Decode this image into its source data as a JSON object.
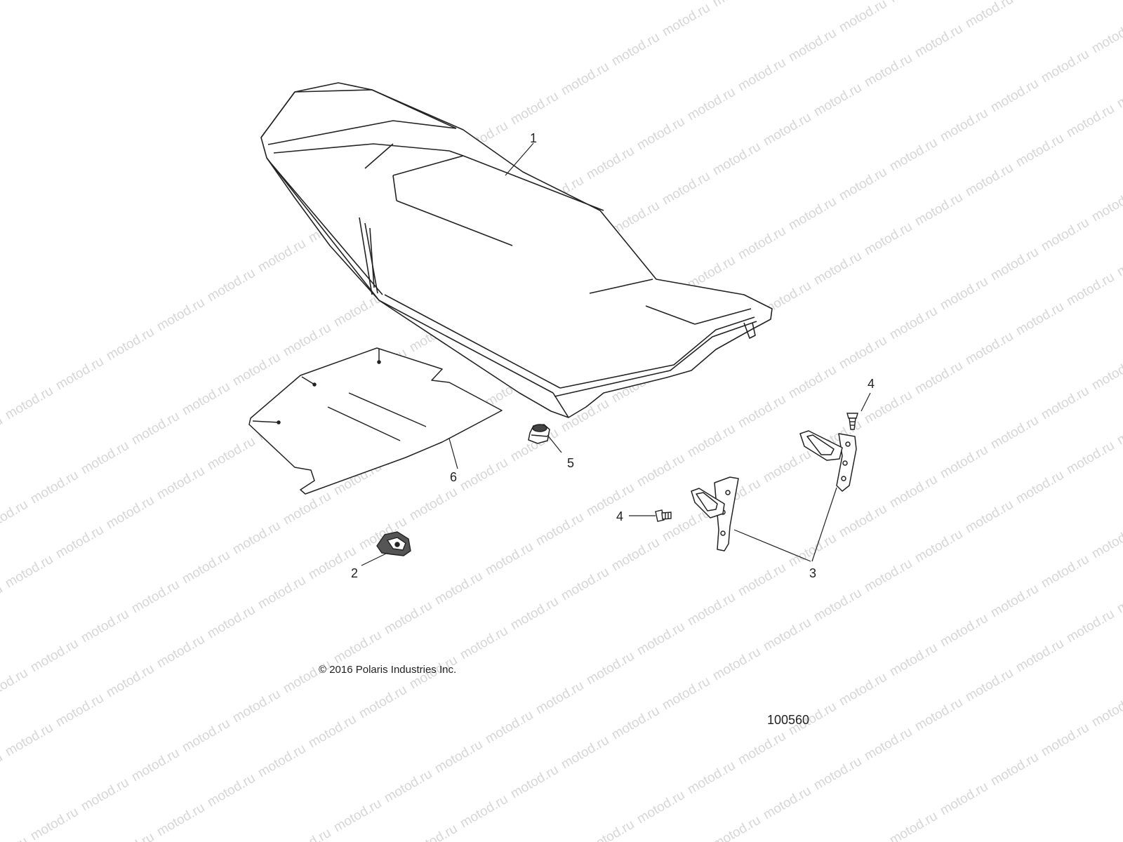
{
  "watermark": {
    "text": "motod.ru",
    "color": "#d6d6d6"
  },
  "callouts": {
    "c1": "1",
    "c2": "2",
    "c3": "3",
    "c4a": "4",
    "c4b": "4",
    "c5": "5",
    "c6": "6"
  },
  "parts": [
    {
      "callout": "1",
      "icon": "seat-icon"
    },
    {
      "callout": "2",
      "icon": "clip-icon"
    },
    {
      "callout": "3",
      "icon": "hinge-bracket-icon"
    },
    {
      "callout": "4",
      "icon": "screw-icon"
    },
    {
      "callout": "5",
      "icon": "bumper-icon"
    },
    {
      "callout": "6",
      "icon": "pad-icon"
    }
  ],
  "copyright": "© 2016 Polaris Industries Inc.",
  "figure_number": "100560",
  "colors": {
    "line": "#222222",
    "background": "#ffffff"
  }
}
